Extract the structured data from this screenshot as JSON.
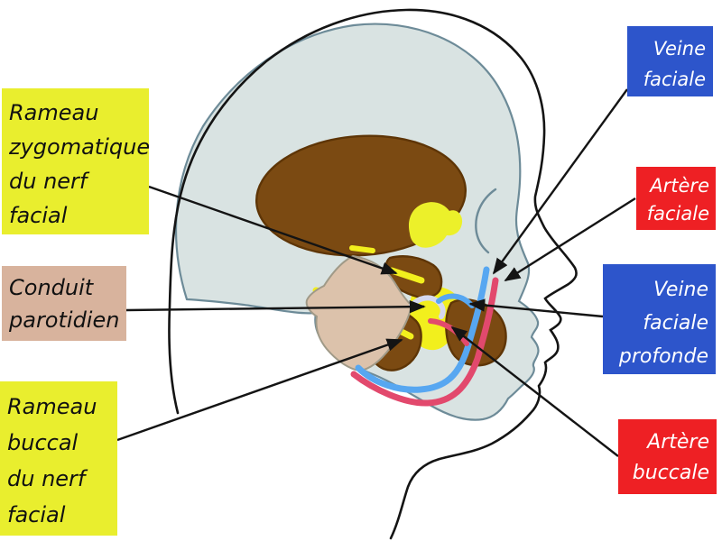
{
  "figure": {
    "description": "Anatomical diagram of a human head in left profile showing facial vessels, parotid duct and facial nerve branches with labeled callouts",
    "language": "French"
  },
  "labels": {
    "rameau_zygomatique": {
      "lines": [
        "Rameau",
        "zygomatique",
        "du nerf",
        "facial"
      ],
      "bg": "#e9ee2e",
      "text_color": "#111111"
    },
    "conduit_parotidien": {
      "lines": [
        "Conduit",
        "parotidien"
      ],
      "bg": "#d8b39d",
      "text_color": "#111111"
    },
    "rameau_buccal": {
      "lines": [
        "Rameau",
        "buccal",
        "du nerf",
        "facial"
      ],
      "bg": "#e9ee2e",
      "text_color": "#111111"
    },
    "veine_faciale": {
      "lines": [
        "Veine",
        "faciale"
      ],
      "bg": "#2d55cb",
      "text_color": "#ffffff"
    },
    "artere_faciale": {
      "lines": [
        "Artère",
        "faciale"
      ],
      "bg": "#ee2024",
      "text_color": "#ffffff"
    },
    "veine_faciale_profonde": {
      "lines": [
        "Veine",
        "faciale",
        "profonde"
      ],
      "bg": "#2d55cb",
      "text_color": "#ffffff"
    },
    "artere_buccale": {
      "lines": [
        "Artère",
        "buccale"
      ],
      "bg": "#ee2024",
      "text_color": "#ffffff"
    }
  },
  "colors": {
    "label_yellow": "#e9ee2e",
    "label_tan": "#d8b39d",
    "label_blue": "#2d55cb",
    "label_red": "#ee2024",
    "head_outline": "#141414",
    "skull_fill": "#d9e3e2",
    "skull_outline": "#6d8b98",
    "muscle_brown": "#7b4a12",
    "muscle_brown_outline": "#5e3506",
    "gland_tan": "#dcc2ab",
    "nerve_yellow": "#f2ef1d",
    "vein_blue": "#57a7f1",
    "artery_red": "#e2496d",
    "duct_lavender": "#d5d8f0",
    "leader_line": "#141414"
  },
  "structures": [
    "skull-and-face",
    "brain-temporal-region",
    "zygomatic-region",
    "parotid-gland",
    "masseter-upper",
    "masseter-lower",
    "buccinator-region",
    "deep-cheek-muscle",
    "facial-vein",
    "deep-facial-vein",
    "facial-artery",
    "buccal-artery",
    "parotid-duct",
    "zygomatic-nerve-branch",
    "buccal-nerve-branch"
  ]
}
